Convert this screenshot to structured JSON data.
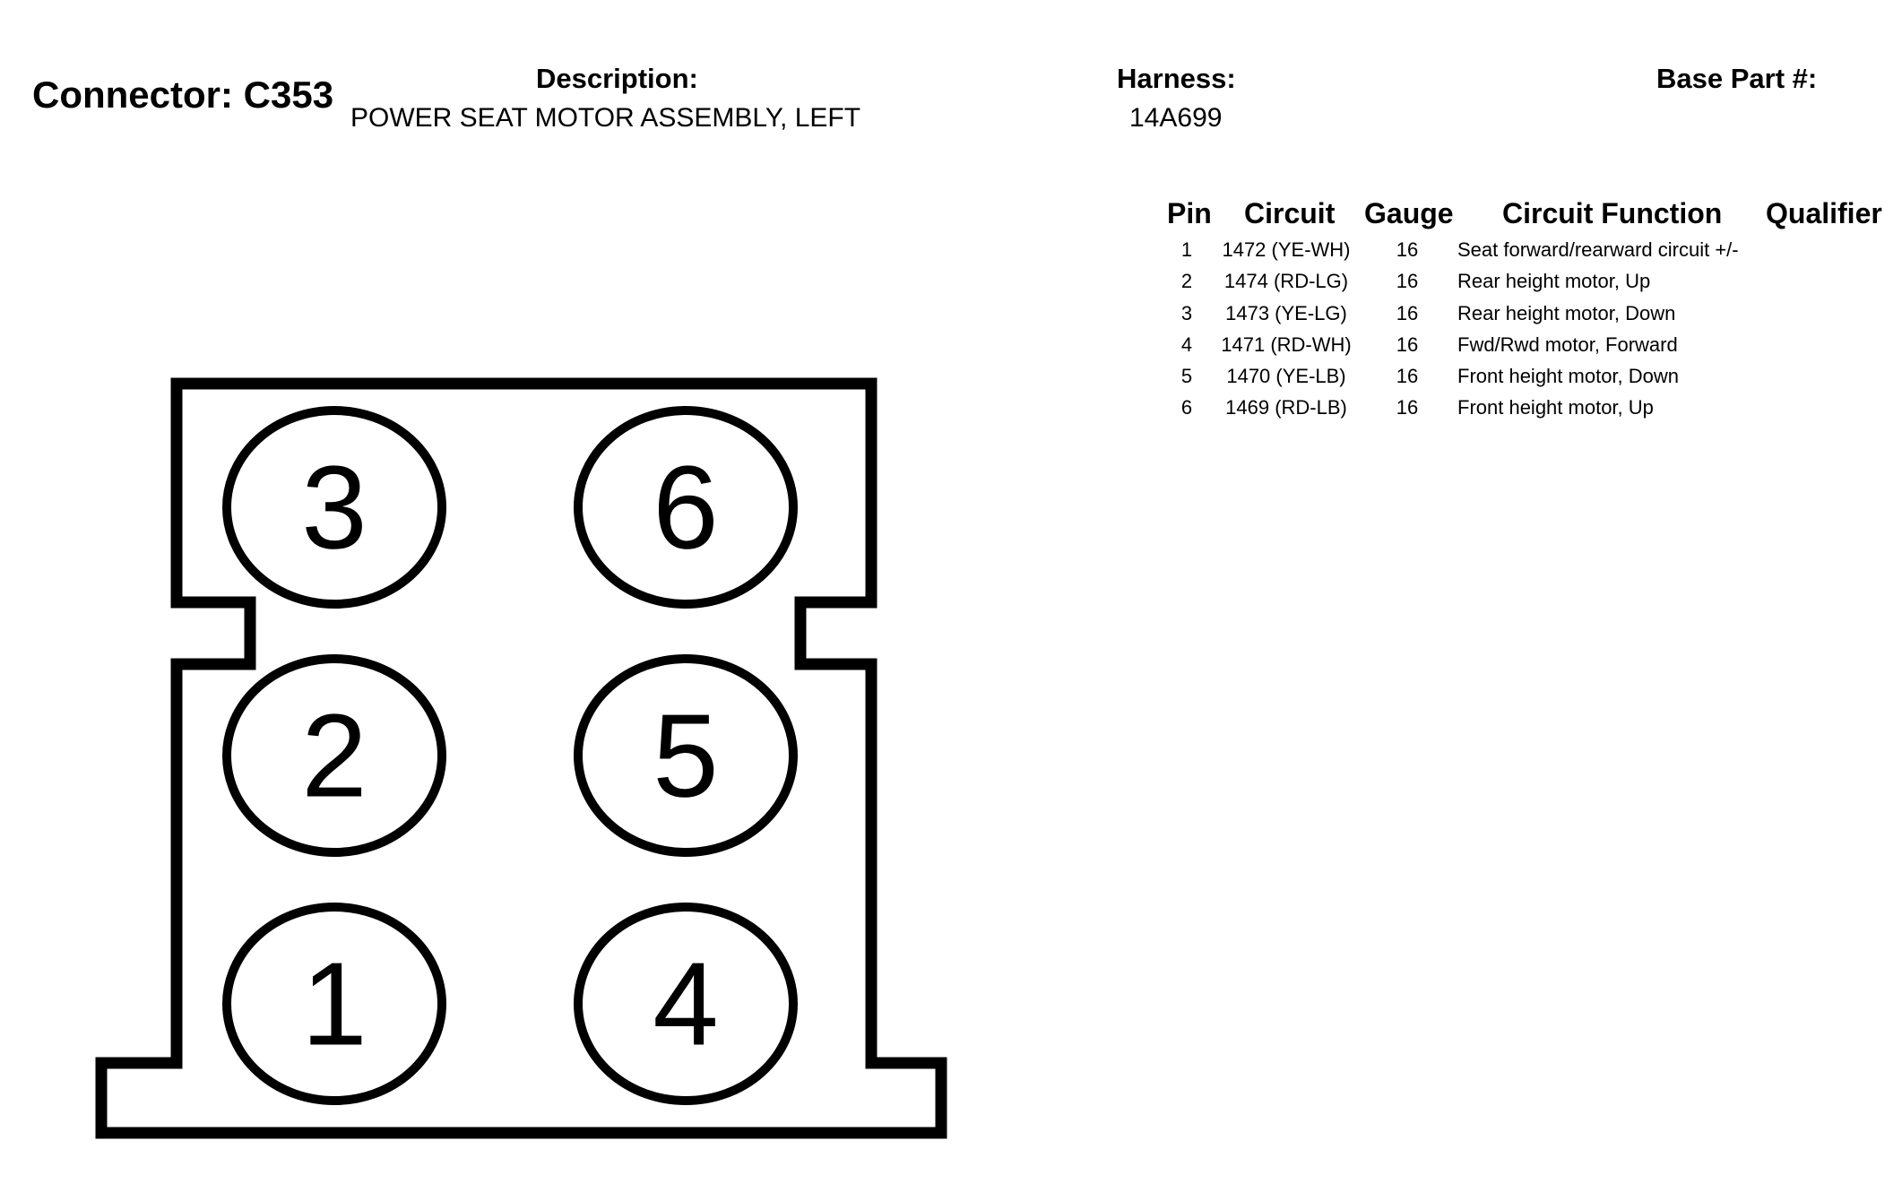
{
  "header": {
    "connector_label": "Connector: C353",
    "description_label": "Description:",
    "description_value": "POWER SEAT MOTOR ASSEMBLY, LEFT",
    "harness_label": "Harness:",
    "harness_value": "14A699",
    "base_part_label": "Base Part #:"
  },
  "table": {
    "columns": [
      "Pin",
      "Circuit",
      "Gauge",
      "Circuit Function",
      "Qualifier"
    ],
    "rows": [
      {
        "pin": "1",
        "circuit": "1472 (YE-WH)",
        "gauge": "16",
        "function": "Seat forward/rearward circuit +/-",
        "qualifier": ""
      },
      {
        "pin": "2",
        "circuit": "1474 (RD-LG)",
        "gauge": "16",
        "function": "Rear height motor, Up",
        "qualifier": ""
      },
      {
        "pin": "3",
        "circuit": "1473 (YE-LG)",
        "gauge": "16",
        "function": "Rear height motor, Down",
        "qualifier": ""
      },
      {
        "pin": "4",
        "circuit": "1471 (RD-WH)",
        "gauge": "16",
        "function": "Fwd/Rwd motor, Forward",
        "qualifier": ""
      },
      {
        "pin": "5",
        "circuit": "1470 (YE-LB)",
        "gauge": "16",
        "function": "Front height motor, Down",
        "qualifier": ""
      },
      {
        "pin": "6",
        "circuit": "1469 (RD-LB)",
        "gauge": "16",
        "function": "Front height motor, Up",
        "qualifier": ""
      }
    ]
  },
  "connector_pins": [
    "3",
    "6",
    "2",
    "5",
    "1",
    "4"
  ]
}
